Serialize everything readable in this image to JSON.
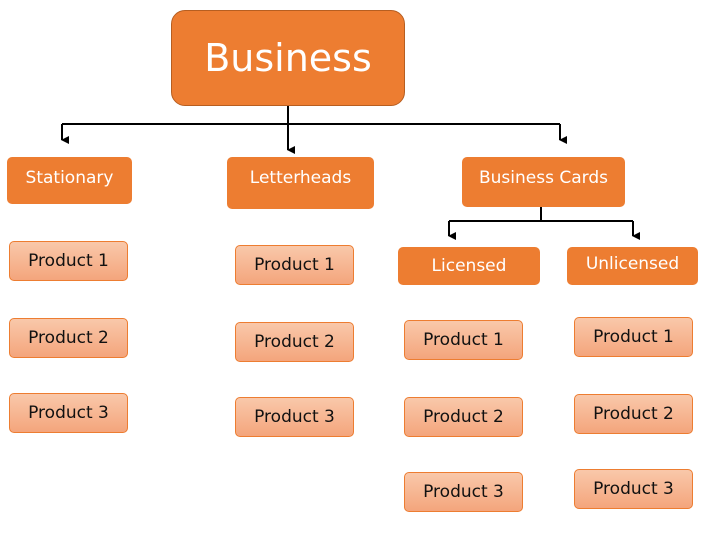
{
  "root": {
    "label": "Business"
  },
  "categories": [
    {
      "label": "Stationary",
      "products": [
        "Product 1",
        "Product 2",
        "Product 3"
      ]
    },
    {
      "label": "Letterheads",
      "products": [
        "Product 1",
        "Product 2",
        "Product 3"
      ]
    },
    {
      "label": "Business Cards",
      "subcategories": [
        {
          "label": "Licensed",
          "products": [
            "Product 1",
            "Product 2",
            "Product 3"
          ]
        },
        {
          "label": "Unlicensed",
          "products": [
            "Product 1",
            "Product 2",
            "Product 3"
          ]
        }
      ]
    }
  ],
  "colors": {
    "accent": "#ed7d31",
    "product_fill": "#f7b896",
    "connector": "#000000"
  }
}
